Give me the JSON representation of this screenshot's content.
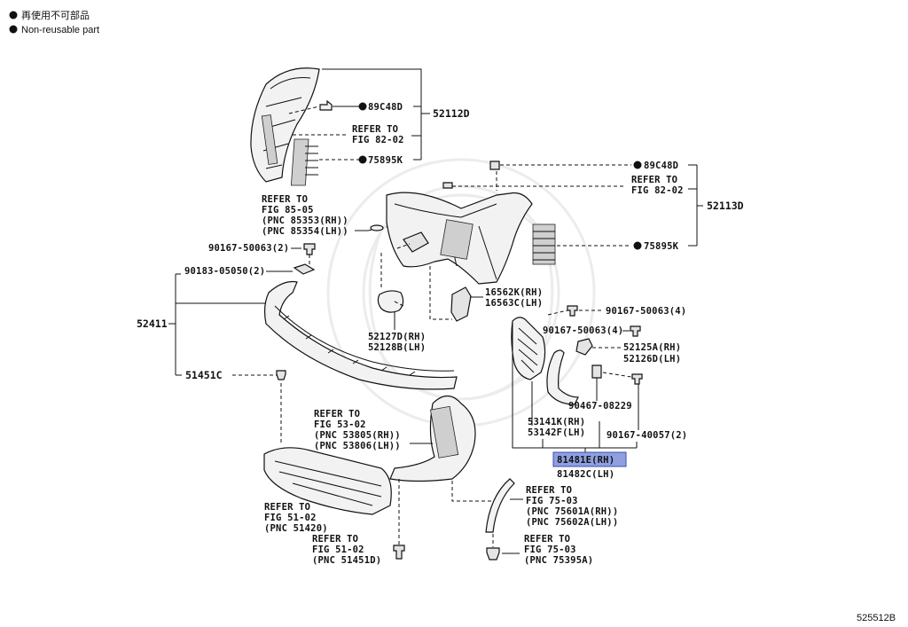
{
  "legend": {
    "non_reusable_jp": "再使用不可部品",
    "non_reusable_en": "Non-reusable part"
  },
  "figure_id": "525512B",
  "labels": {
    "p52112D": "52112D",
    "p89C48D_a": "89C48D",
    "refer_8202_a_1": "REFER TO",
    "refer_8202_a_2": "FIG 82-02",
    "p75895K_a": "75895K",
    "refer_8505_1": "REFER TO",
    "refer_8505_2": "FIG 85-05",
    "refer_8505_3": "(PNC 85353(RH))",
    "refer_8505_4": "(PNC 85354(LH))",
    "p90167_2": "90167-50063(2)",
    "p90183": "90183-05050(2)",
    "p52411": "52411",
    "p51451C": "51451C",
    "p52113D": "52113D",
    "p89C48D_b": "89C48D",
    "refer_8202_b_1": "REFER TO",
    "refer_8202_b_2": "FIG 82-02",
    "p75895K_b": "75895K",
    "p16562K": "16562K(RH)",
    "p16563C": "16563C(LH)",
    "p52127D": "52127D(RH)",
    "p52128B": "52128B(LH)",
    "p90167_4a": "90167-50063(4)",
    "p90167_4b": "90167-50063(4)",
    "p52125A": "52125A(RH)",
    "p52126D": "52126D(LH)",
    "p90467": "90467-08229",
    "p53141K": "53141K(RH)",
    "p53142F": "53142F(LH)",
    "p90167_40057": "90167-40057(2)",
    "p81481E": "81481E(RH)",
    "p81482C": "81482C(LH)",
    "refer_5302_1": "REFER TO",
    "refer_5302_2": "FIG 53-02",
    "refer_5302_3": "(PNC 53805(RH))",
    "refer_5302_4": "(PNC 53806(LH))",
    "refer_5102a_1": "REFER TO",
    "refer_5102a_2": "FIG 51-02",
    "refer_5102a_3": "(PNC 51420)",
    "refer_5102b_1": "REFER TO",
    "refer_5102b_2": "FIG 51-02",
    "refer_5102b_3": "(PNC 51451D)",
    "refer_7503a_1": "REFER TO",
    "refer_7503a_2": "FIG 75-03",
    "refer_7503a_3": "(PNC 75601A(RH))",
    "refer_7503a_4": "(PNC 75602A(LH))",
    "refer_7503b_1": "REFER TO",
    "refer_7503b_2": "FIG 75-03",
    "refer_7503b_3": "(PNC 75395A)"
  },
  "highlight_color": "#8f9fe0"
}
